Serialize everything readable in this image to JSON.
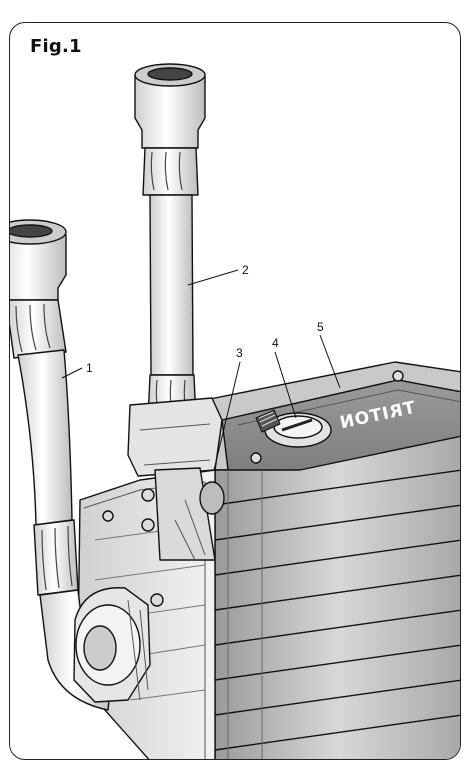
{
  "figure": {
    "title": "Fig.1",
    "brand_text": "TRITON"
  },
  "callouts": [
    {
      "id": "1",
      "label": "1"
    },
    {
      "id": "2",
      "label": "2"
    },
    {
      "id": "3",
      "label": "3"
    },
    {
      "id": "4",
      "label": "4"
    },
    {
      "id": "5",
      "label": "5"
    }
  ],
  "colors": {
    "outline": "#111111",
    "body_light": "#e6e6e6",
    "body_mid": "#b5b5b5",
    "body_dark": "#7a7a7a",
    "top_panel": "#8a8a8a",
    "hose": "#efefef"
  }
}
